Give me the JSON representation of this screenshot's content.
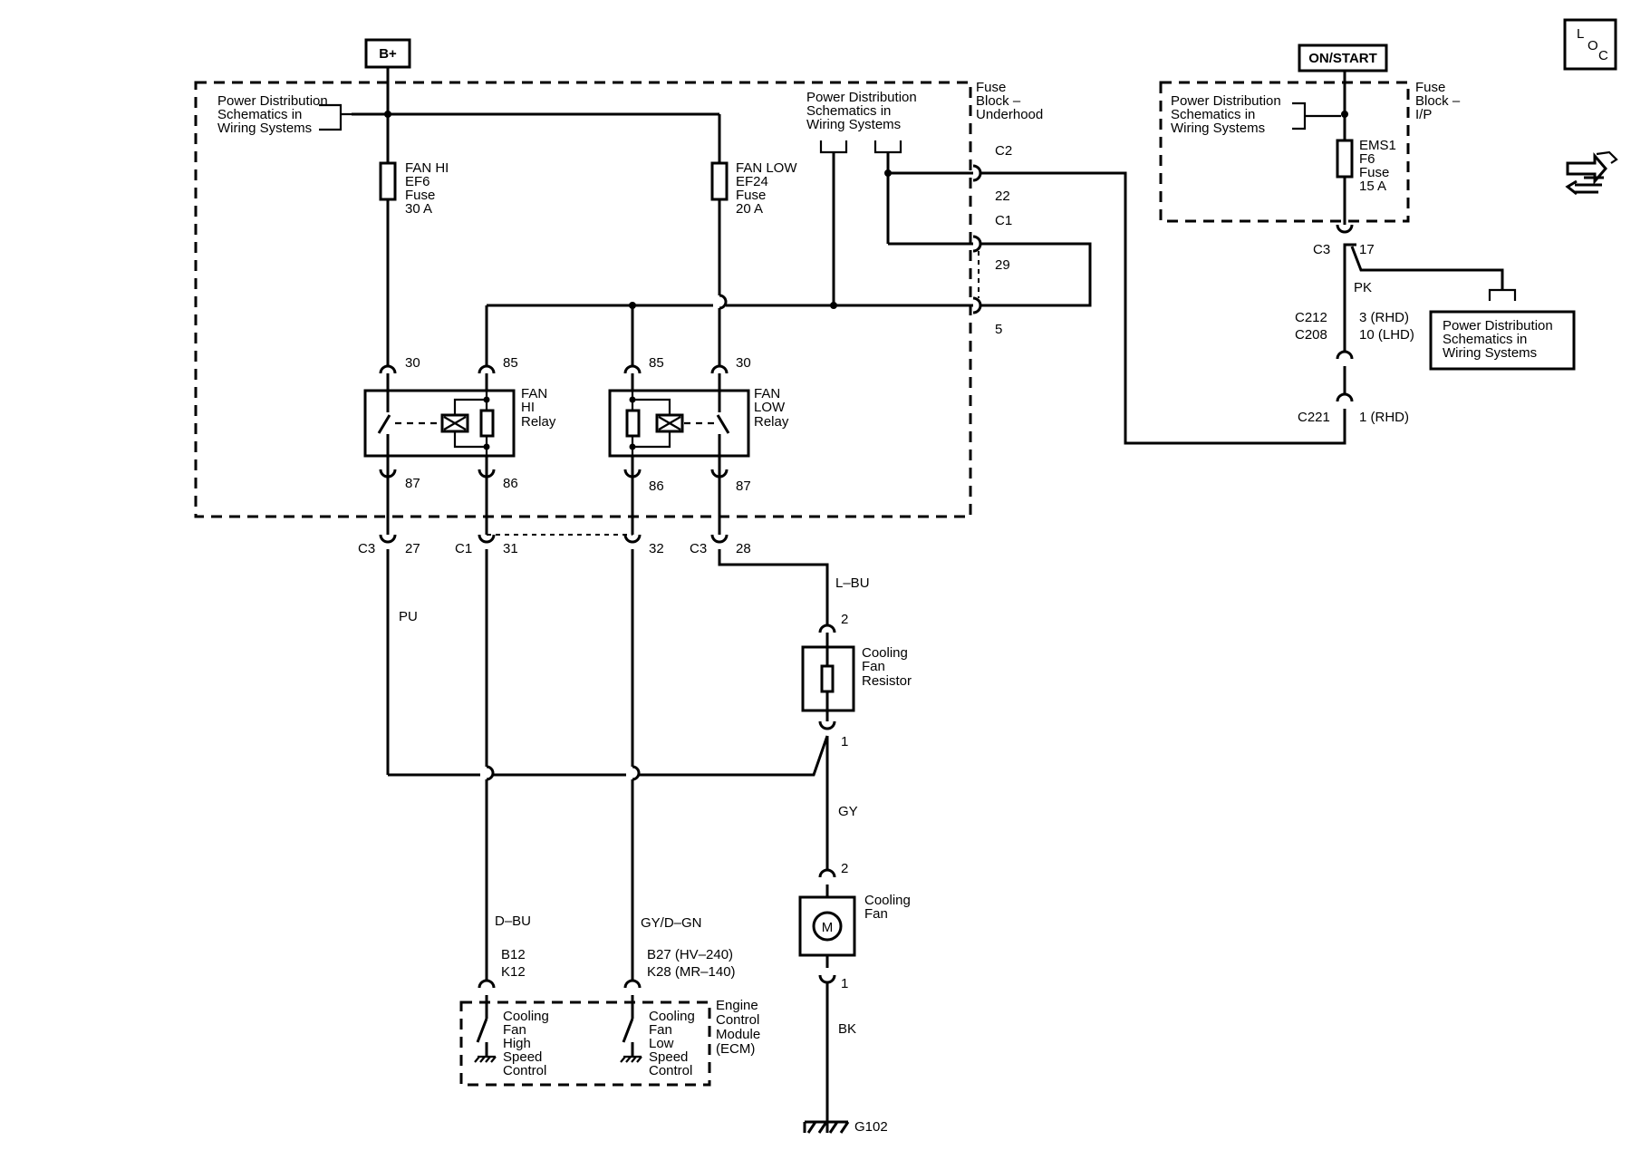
{
  "power": {
    "bplus": "B+",
    "onstart": "ON/START"
  },
  "ref": {
    "pd_left": [
      "Power Distribution",
      "Schematics in",
      "Wiring Systems"
    ],
    "pd_mid": [
      "Power Distribution",
      "Schematics in",
      "Wiring Systems"
    ],
    "pd_right_top": [
      "Power Distribution",
      "Schematics in",
      "Wiring Systems"
    ],
    "pd_right_box": [
      "Power Distribution",
      "Schematics in",
      "Wiring Systems"
    ]
  },
  "blocks": {
    "underhood": [
      "Fuse",
      "Block –",
      "Underhood"
    ],
    "ip": [
      "Fuse",
      "Block –",
      "I/P"
    ],
    "ecm": [
      "Engine",
      "Control",
      "Module",
      "(ECM)"
    ]
  },
  "fuses": {
    "fan_hi": [
      "FAN HI",
      "EF6",
      "Fuse",
      "30 A"
    ],
    "fan_low": [
      "FAN LOW",
      "EF24",
      "Fuse",
      "20 A"
    ],
    "ems1": [
      "EMS1",
      "F6",
      "Fuse",
      "15 A"
    ]
  },
  "relays": {
    "hi": [
      "FAN",
      "HI",
      "Relay"
    ],
    "low": [
      "FAN",
      "LOW",
      "Relay"
    ]
  },
  "pins": {
    "hi_30": "30",
    "hi_85": "85",
    "hi_87": "87",
    "hi_86": "86",
    "low_85": "85",
    "low_30": "30",
    "low_86": "86",
    "low_87": "87",
    "c2": "C2",
    "c2_22": "22",
    "c1": "C1",
    "c1_29": "29",
    "c1_5": "5",
    "c3_a": "C3",
    "p27": "27",
    "c1_b": "C1",
    "p31": "31",
    "p32": "32",
    "c3_b": "C3",
    "p28": "28",
    "c3_ip": "C3",
    "p17": "17",
    "c212": "C212",
    "c208": "C208",
    "p_rhd3": "3 (RHD)",
    "p_lhd10": "10 (LHD)",
    "c221": "C221",
    "p_rhd1": "1 (RHD)",
    "res_2": "2",
    "res_1": "1",
    "fan_2": "2",
    "fan_1": "1",
    "ecm_b12": "B12",
    "ecm_k12": "K12",
    "ecm_b27": "B27 (HV–240)",
    "ecm_k28": "K28 (MR–140)"
  },
  "wires": {
    "pu": "PU",
    "lbu": "L–BU",
    "gy": "GY",
    "bk": "BK",
    "dbu": "D–BU",
    "gydgn": "GY/D–GN",
    "pk": "PK"
  },
  "components": {
    "resistor": [
      "Cooling",
      "Fan",
      "Resistor"
    ],
    "fan": [
      "Cooling",
      "Fan"
    ],
    "motor_symbol": "M",
    "ecm_high": [
      "Cooling",
      "Fan",
      "High",
      "Speed",
      "Control"
    ],
    "ecm_low": [
      "Cooling",
      "Fan",
      "Low",
      "Speed",
      "Control"
    ],
    "ground": "G102"
  },
  "loc": {
    "l": "L",
    "o": "O",
    "c": "C"
  }
}
